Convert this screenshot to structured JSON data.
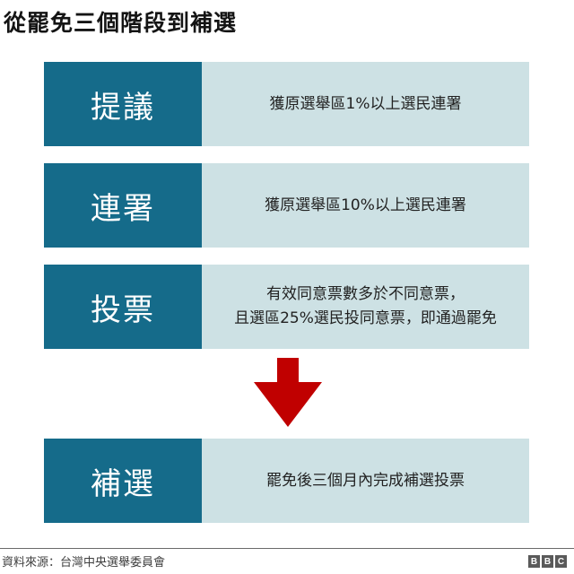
{
  "title": "從罷免三個階段到補選",
  "colors": {
    "label_bg": "#156b8a",
    "desc_bg": "#cde1e4",
    "arrow": "#c00000",
    "text": "#222222"
  },
  "steps": [
    {
      "label": "提議",
      "lines": [
        "獲原選舉區1%以上選民連署"
      ]
    },
    {
      "label": "連署",
      "lines": [
        "獲原選舉區10%以上選民連署"
      ]
    },
    {
      "label": "投票",
      "lines": [
        "有效同意票數多於不同意票，",
        "且選區25%選民投同意票，即通過罷免"
      ]
    },
    {
      "label": "補選",
      "lines": [
        "罷免後三個月內完成補選投票"
      ]
    }
  ],
  "arrow_icon": "down-arrow",
  "footer": {
    "source": "資料來源：台灣中央選舉委員會",
    "logo_letters": [
      "B",
      "B",
      "C"
    ]
  }
}
